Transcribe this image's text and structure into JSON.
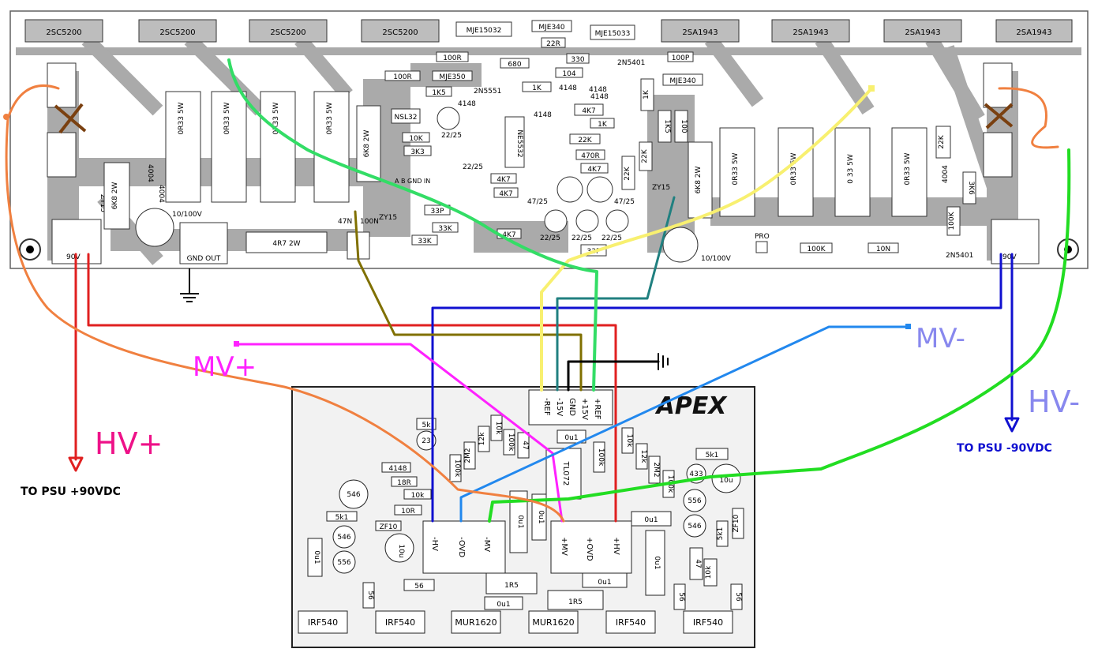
{
  "top_board": {
    "transistors_left": [
      "2SC5200",
      "2SC5200",
      "2SC5200",
      "2SC5200"
    ],
    "transistors_right": [
      "2SA1943",
      "2SA1943",
      "2SA1943",
      "2SA1943"
    ],
    "drivers": [
      "MJE15032",
      "MJE340",
      "22R",
      "MJE15033"
    ],
    "small_parts": {
      "r100r_a": "100R",
      "r680": "680",
      "r330": "330",
      "r2n5401_top": "2N5401",
      "r100p": "100P",
      "r100r_b": "100R",
      "mje350": "MJE350",
      "r104": "104",
      "mje340_b": "MJE340",
      "r1k5_a": "1K5",
      "r2n5551": "2N5551",
      "r1k_a": "1K",
      "d4148_a": "4148",
      "d4148_b": "4148",
      "d4148_c": "4148",
      "d4148_d": "4148",
      "d4148_e": "4148",
      "r4k7_a": "4K7",
      "r1k_b": "1K",
      "nsl32": "NSL32",
      "c22_25_a": "22/25",
      "r10k": "10K",
      "r3k3": "3K3",
      "ne5532": "NE5532",
      "r22k_a": "22K",
      "r470r": "470R",
      "r4k7_b": "4K7",
      "c22_25_b": "22/25",
      "r4k7_c": "4K7",
      "r4k7_d": "4K7",
      "c47_25_a": "47/25",
      "c47_25_b": "47/25",
      "r22k_b": "22K",
      "r22k_c": "22K",
      "r1k5_b": "1K5",
      "r100_v": "100",
      "r1k_v": "1K",
      "c22_25_c": "22/25",
      "c22_25_d": "22/25",
      "c22_25_e": "22/25",
      "r33p": "33P",
      "r33k_a": "33K",
      "r33k_b": "33K",
      "r4k7_e": "4K7",
      "zy15_a": "ZY15",
      "zy15_b": "ZY15",
      "zy15_c": "ZY15",
      "c47n": "47N",
      "c100n": "100N",
      "r33p_b": "33P",
      "pro": "PRO",
      "r100k": "100K",
      "c10n": "10N",
      "q2n5401": "2N5401",
      "r4004_a": "4004",
      "r4004_b": "4004",
      "r4004_c": "4004",
      "r6k8_2w_a": "6K8 2W",
      "r6k8_2w_b": "6K8 2W",
      "r6k8_2w_c": "6K8 2W",
      "cap10_100v_a": "10/100V",
      "cap10_100v_b": "10/100V",
      "r4r7_2w": "4R7 2W",
      "gnd_out": "GND  OUT",
      "r22k_d": "22K",
      "r3k6": "3K6",
      "r100k_v": "100K",
      "abgnd": "A  B GND IN",
      "v90_left": "90V",
      "v90_right": "90V",
      "r33_5w": [
        "0R33 5W",
        "0R33 5W",
        "0R33 5W",
        "0R33 5W"
      ],
      "r33_5w_right": [
        "0R33 5W",
        "0R33 5W",
        "0 33 5W",
        "0R33 5W"
      ]
    }
  },
  "labels": {
    "hv_plus": "HV+",
    "hv_minus": "HV-",
    "mv_plus": "MV+",
    "mv_minus": "MV-",
    "psu_plus": "TO PSU +90VDC",
    "psu_minus": "TO PSU -90VDC"
  },
  "apex_board": {
    "logo": "APEX",
    "connector_top": [
      "-REF",
      "-15V",
      "GND",
      "+15V",
      "+REF"
    ],
    "connector_left": [
      "-HV",
      "-OVD",
      "-MV"
    ],
    "connector_right": [
      "+MV",
      "+OVD",
      "+HV"
    ],
    "ic": "TL072",
    "parts": {
      "p5k": "5k",
      "p23": "23",
      "p12k": "12k",
      "p10k_a": "10k",
      "p100k_a": "100k",
      "p47": "47",
      "p2m2_a": "2M2",
      "p100k_b": "100k",
      "p0u1_top": "0u1",
      "p10k_b": "10k",
      "p12k_b": "12k",
      "p100k_c": "100k",
      "p2m2_b": "2M2",
      "p100k_d": "100k",
      "p5k1_a": "5k1",
      "p433": "433",
      "p10u_a": "10u",
      "p4148": "4148",
      "p18r": "18R",
      "p10k_c": "10k",
      "p10r": "10R",
      "p546_a": "546",
      "p5k1_b": "5k1",
      "pzf10_a": "ZF10",
      "p546_b": "546",
      "p10u_b": "10u",
      "p556_a": "556",
      "p0u1_l": "0u1",
      "p556_b": "556",
      "p546_c": "546",
      "pzf10_b": "ZF10",
      "p5k1_c": "5k1",
      "p0u1_m": "0u1",
      "p0u1_n": "0u1",
      "p0u1_r": "0u1",
      "p47_b": "47",
      "p10k_d": "10k",
      "p0u1_b": "0u1",
      "p56_a": "56",
      "p56_b": "56",
      "p1r5_a": "1R5",
      "p0u1_c": "0u1",
      "p1r5_b": "1R5",
      "p0u1_d": "0u1",
      "p56_c": "56",
      "p56_d": "56"
    },
    "fets": [
      "IRF540",
      "IRF540",
      "MUR1620",
      "MUR1620",
      "IRF540",
      "IRF540"
    ]
  },
  "colors": {
    "hv_plus_wire": "#e02020",
    "hv_minus_wire": "#1010d0",
    "mv_plus_wire": "#ff22ff",
    "mv_minus_wire": "#2288ee",
    "orange": "#f08040",
    "green": "#22dd22",
    "yellow": "#f8f070",
    "teal": "#208080",
    "olive": "#807000",
    "pcb": "#a9a9a9"
  }
}
